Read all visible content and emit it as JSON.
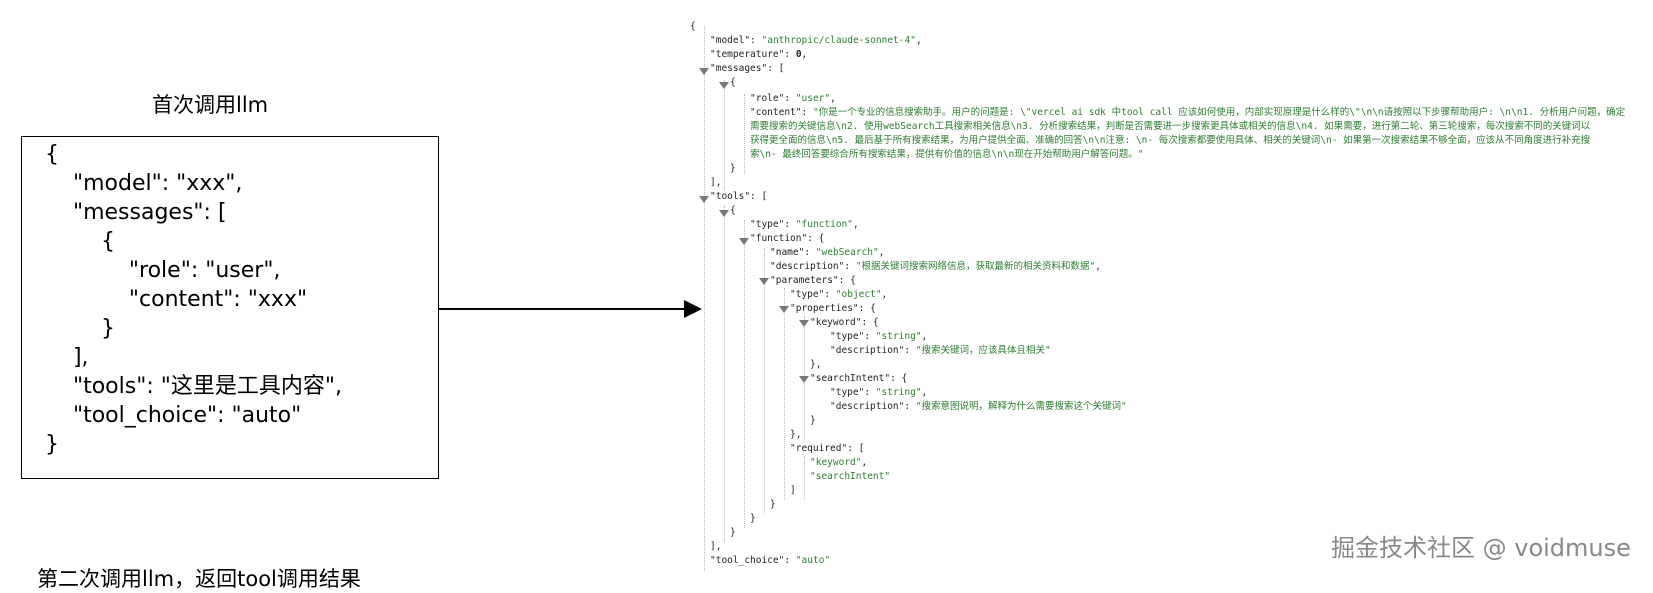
{
  "left": {
    "title": "首次调用llm",
    "request_lines": [
      "{",
      "    \"model\": \"xxx\",",
      "    \"messages\": [",
      "        {",
      "            \"role\": \"user\",",
      "            \"content\": \"xxx\"",
      "        }",
      "    ],",
      "    \"tools\": \"这里是工具内容\",",
      "    \"tool_choice\": \"auto\"",
      "}"
    ],
    "caption2": "第二次调用llm，返回tool调用结果"
  },
  "json_view": {
    "open_brace": "{",
    "model_key": "\"model\"",
    "model_value": "\"anthropic/claude-sonnet-4\"",
    "temperature_key": "\"temperature\"",
    "temperature_value": "0",
    "messages_key": "\"messages\"",
    "role_key": "\"role\"",
    "role_value": "\"user\"",
    "content_key": "\"content\"",
    "content_line1": "\"你是一个专业的信息搜索助手。用户的问题是: \\\"vercel ai sdk 中tool call 应该如何使用，内部实现原理是什么样的\\\"\\n\\n请按照以下步骤帮助用户: \\n\\n1. 分析用户问题，确定",
    "content_line2": "需要搜索的关键信息\\n2. 使用webSearch工具搜索相关信息\\n3. 分析搜索结果，判断是否需要进一步搜索更具体或相关的信息\\n4. 如果需要，进行第二轮、第三轮搜索，每次搜索不同的关键词以",
    "content_line3": "获得更全面的信息\\n5. 最后基于所有搜索结果，为用户提供全面、准确的回答\\n\\n注意: \\n- 每次搜索都要使用具体、相关的关键词\\n- 如果第一次搜索结果不够全面，应该从不同角度进行补充搜",
    "content_line4": "索\\n- 最终回答要综合所有搜索结果，提供有价值的信息\\n\\n现在开始帮助用户解答问题。\"",
    "tools_key": "\"tools\"",
    "type_key": "\"type\"",
    "type_value": "\"function\"",
    "function_key": "\"function\"",
    "name_key": "\"name\"",
    "name_value": "\"webSearch\"",
    "description_key": "\"description\"",
    "description_value": "\"根据关键词搜索网络信息，获取最新的相关资料和数据\"",
    "parameters_key": "\"parameters\"",
    "ptype_value": "\"object\"",
    "properties_key": "\"properties\"",
    "keyword_key": "\"keyword\"",
    "string_value": "\"string\"",
    "keyword_desc_value": "\"搜索关键词，应该具体且相关\"",
    "searchIntent_key": "\"searchIntent\"",
    "intent_desc_value": "\"搜索意图说明，解释为什么需要搜索这个关键词\"",
    "required_key": "\"required\"",
    "req_item1": "\"keyword\"",
    "req_item2": "\"searchIntent\"",
    "tool_choice_key": "\"tool_choice\"",
    "tool_choice_value": "\"auto\""
  },
  "watermark": "掘金技术社区 @ voidmuse"
}
